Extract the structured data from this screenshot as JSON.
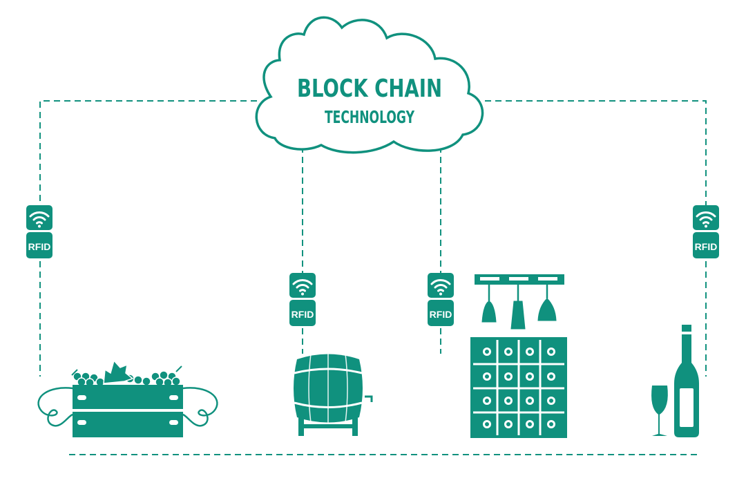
{
  "colors": {
    "primary": "#10917e",
    "background": "#ffffff"
  },
  "cloud": {
    "line1": "BLOCK CHAIN",
    "line2": "TECHNOLOGY"
  },
  "rfid": {
    "label": "RFID",
    "icon": "wifi-icon"
  },
  "nodes": [
    {
      "icon": "grape-crate-icon"
    },
    {
      "icon": "wine-barrel-icon"
    },
    {
      "icon": "wine-rack-glasses-icon"
    },
    {
      "icon": "wine-bottle-glass-icon"
    }
  ]
}
